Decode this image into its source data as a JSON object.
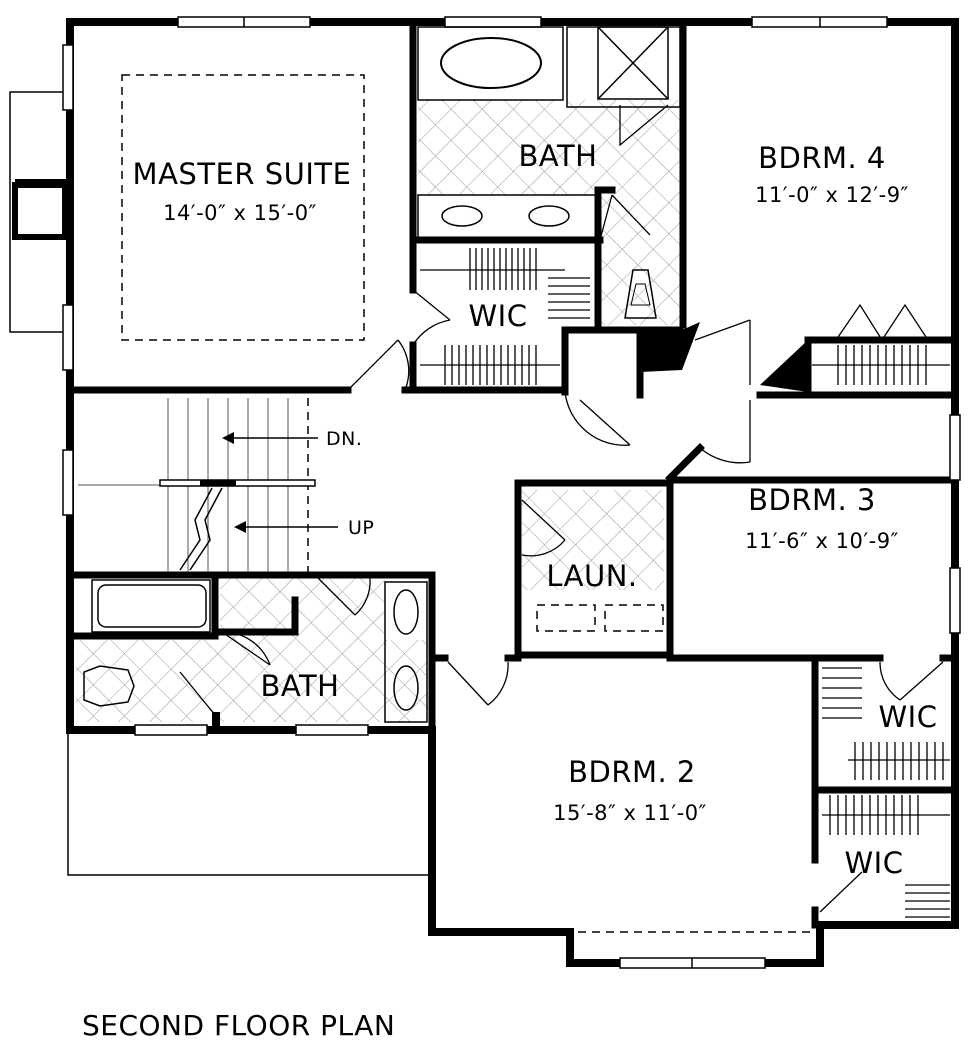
{
  "title": "SECOND FLOOR PLAN",
  "rooms": {
    "master": {
      "name": "MASTER SUITE",
      "dims": "14′-0″ x 15′-0″"
    },
    "master_bath": {
      "name": "BATH"
    },
    "bdrm4": {
      "name": "BDRM. 4",
      "dims": "11′-0″ x 12′-9″"
    },
    "wic_master": {
      "name": "WIC"
    },
    "bdrm3": {
      "name": "BDRM. 3",
      "dims": "11′-6″ x 10′-9″"
    },
    "laundry": {
      "name": "LAUN."
    },
    "hall_bath": {
      "name": "BATH"
    },
    "bdrm2": {
      "name": "BDRM. 2",
      "dims": "15′-8″ x 11′-0″"
    },
    "wic_bdrm3": {
      "name": "WIC"
    },
    "wic_bdrm2": {
      "name": "WIC"
    }
  },
  "stairs": {
    "down": "DN.",
    "up": "UP"
  },
  "colors": {
    "wall": "#000000",
    "tile": "#9a9a9a",
    "background": "#ffffff"
  }
}
